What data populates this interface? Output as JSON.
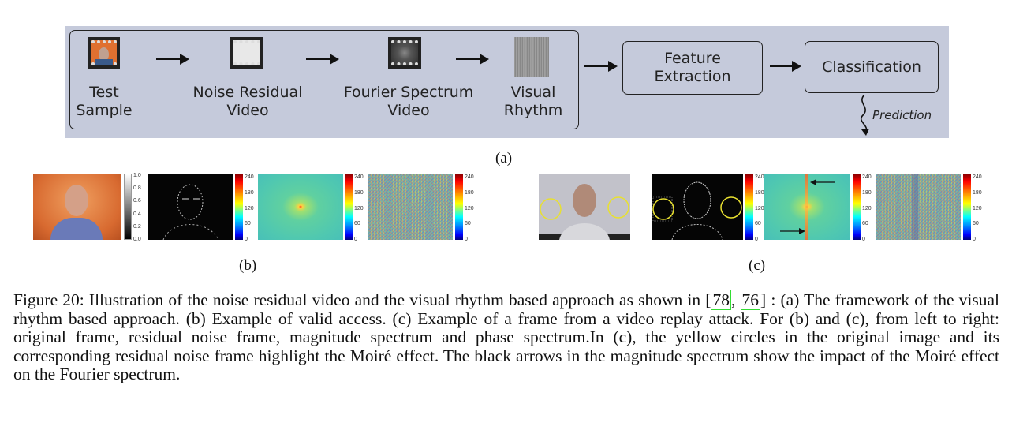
{
  "panel_a": {
    "steps": [
      {
        "line1": "Test",
        "line2": "Sample"
      },
      {
        "line1": "Noise Residual",
        "line2": "Video"
      },
      {
        "line1": "Fourier Spectrum",
        "line2": "Video"
      },
      {
        "line1": "Visual",
        "line2": "Rhythm"
      }
    ],
    "feature_box": {
      "line1": "Feature",
      "line2": "Extraction"
    },
    "classification_box": "Classification",
    "prediction": "Prediction",
    "sublabel": "(a)"
  },
  "panel_b": {
    "sublabel": "(b)",
    "gray_ticks": [
      "1.0",
      "0.8",
      "0.6",
      "0.4",
      "0.2",
      "0.0"
    ],
    "jet_ticks": [
      "240",
      "180",
      "120",
      "60",
      "0"
    ]
  },
  "panel_c": {
    "sublabel": "(c)",
    "jet_ticks": [
      "240",
      "180",
      "120",
      "60",
      "0"
    ]
  },
  "caption": {
    "lead": "Figure 20: Illustration of the noise residual video and the visual rhythm based approach as shown in [",
    "cite1": "78",
    "sep": ", ",
    "cite2": "76",
    "rest": "] : (a) The framework of the visual rhythm based approach. (b) Example of valid access. (c) Example of a frame from a video replay attack. For (b) and (c), from left to right: original frame, residual noise frame, magnitude spectrum and phase spectrum.In (c), the yellow circles in the original image and its corresponding residual noise frame highlight the Moiré effect. The black arrows in the magnitude spectrum show the impact of the Moiré effect on the Fourier spectrum."
  },
  "colors": {
    "panel_bg": "#c5cadb",
    "moire_circle": "#e8e030",
    "cite_border": "#33dd33"
  }
}
